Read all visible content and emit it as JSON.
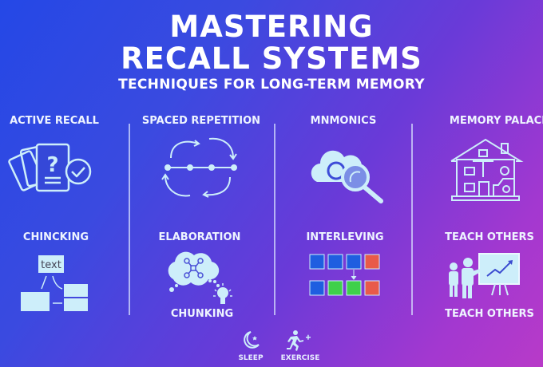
{
  "title": {
    "line1": "MASTERING",
    "line2": "RECALL SYSTEMS",
    "subtitle": "TECHNIQUES FOR LONG-TERM MEMORY"
  },
  "colors": {
    "background_start": "#2448e6",
    "background_end": "#b83ac8",
    "icon": "#cdeefa",
    "blue_block": "#1f5ee0",
    "green_block": "#3fd04a",
    "red_block": "#e85a4a"
  },
  "sections": [
    {
      "label": "ACTIVE RECALL",
      "icon": "flashcards-check-icon"
    },
    {
      "label": "SPACED REPETITION",
      "icon": "cycle-timeline-icon"
    },
    {
      "label": "MNMONICS",
      "icon": "cloud-magnifier-icon"
    },
    {
      "label": "MEMORY PALACE",
      "icon": "house-rooms-icon"
    },
    {
      "label": "CHINCKING",
      "icon": "text-blocks-icon",
      "icon_text": "text"
    },
    {
      "label": "ELABORATION",
      "icon": "thought-bulb-icon"
    },
    {
      "label": "INTERLEVING",
      "icon": "color-blocks-icon"
    },
    {
      "label": "TEACH OTHERS",
      "icon": "teacher-board-icon"
    }
  ],
  "extra_labels": {
    "chunking": "CHUNKING",
    "teach_others": "TEACH OTHERS"
  },
  "footer": [
    {
      "label": "SLEEP",
      "icon": "moon-star-icon"
    },
    {
      "label": "EXERCISE",
      "icon": "running-person-icon"
    }
  ]
}
